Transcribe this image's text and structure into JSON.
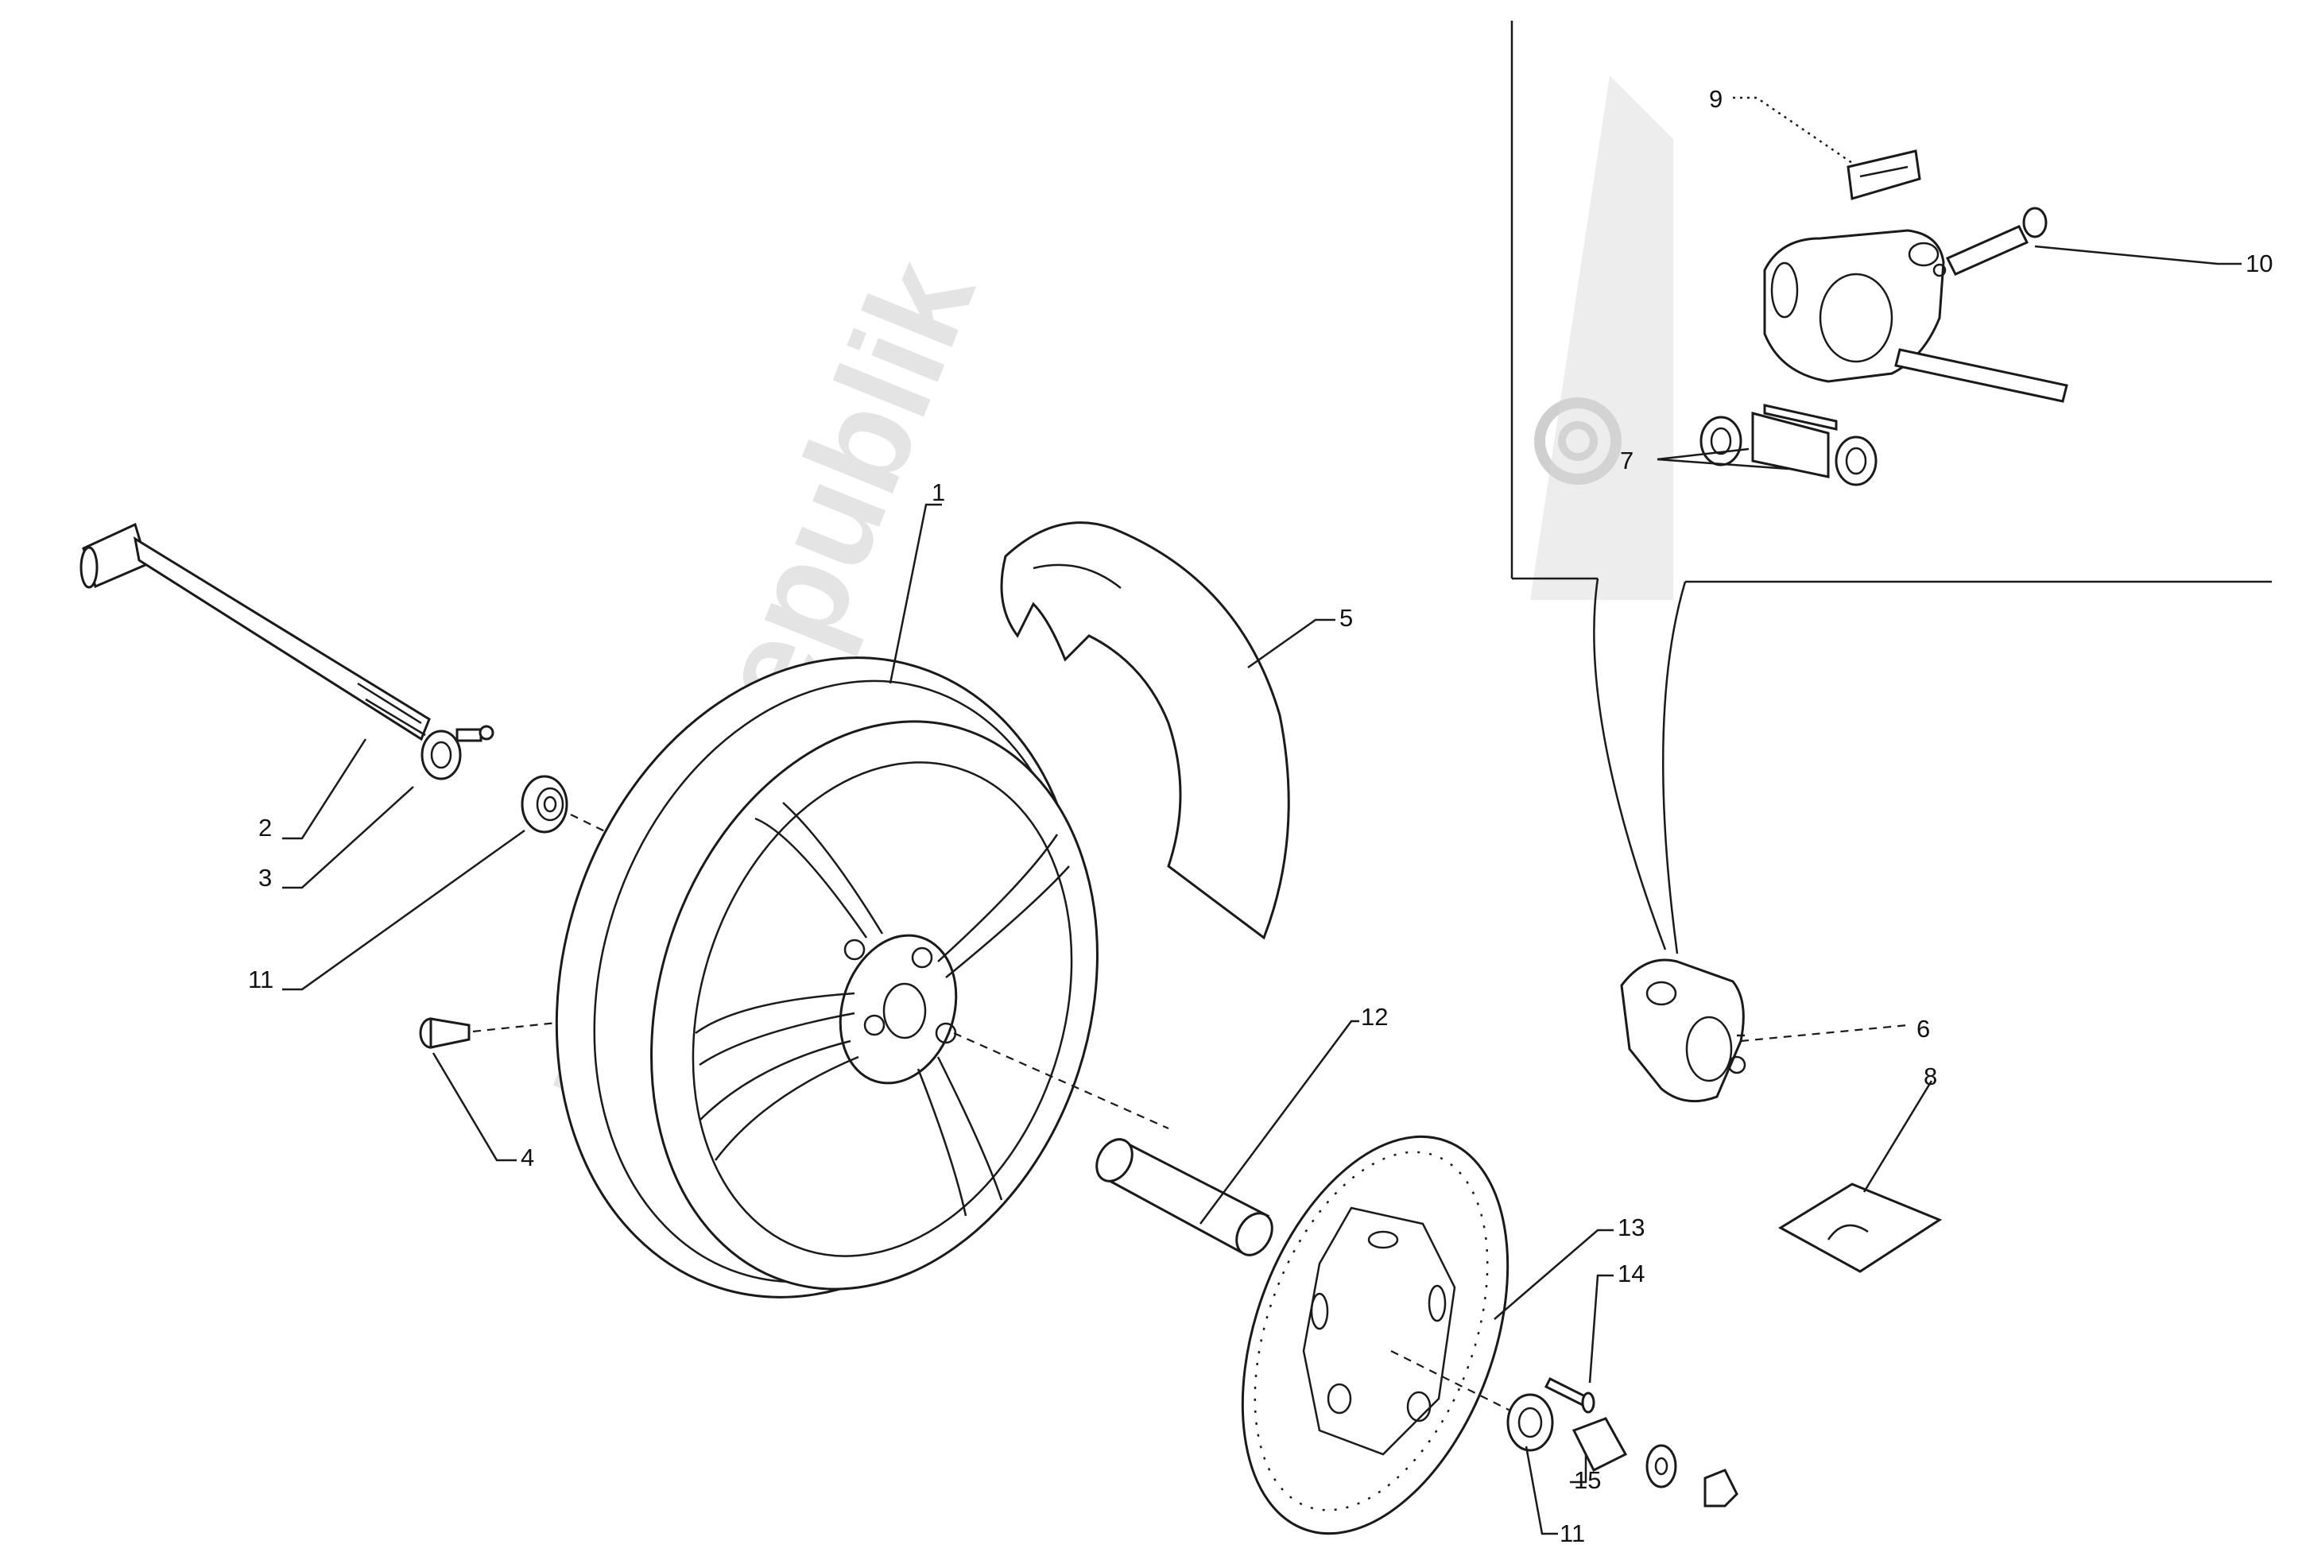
{
  "watermark": {
    "text": "PartsRepublik",
    "gear_icon": "gear-icon"
  },
  "callouts": [
    {
      "id": "1",
      "label": "1"
    },
    {
      "id": "2",
      "label": "2"
    },
    {
      "id": "3",
      "label": "3"
    },
    {
      "id": "4",
      "label": "4"
    },
    {
      "id": "5",
      "label": "5"
    },
    {
      "id": "6",
      "label": "6"
    },
    {
      "id": "7",
      "label": "7"
    },
    {
      "id": "8",
      "label": "8"
    },
    {
      "id": "9",
      "label": "9"
    },
    {
      "id": "10",
      "label": "10"
    },
    {
      "id": "11a",
      "label": "11"
    },
    {
      "id": "11b",
      "label": "11"
    },
    {
      "id": "12",
      "label": "12"
    },
    {
      "id": "13",
      "label": "13"
    },
    {
      "id": "14",
      "label": "14"
    },
    {
      "id": "15",
      "label": "15"
    }
  ],
  "colors": {
    "line": "#1a1a1a",
    "background": "#ffffff",
    "watermark": "#cfcfcf"
  }
}
